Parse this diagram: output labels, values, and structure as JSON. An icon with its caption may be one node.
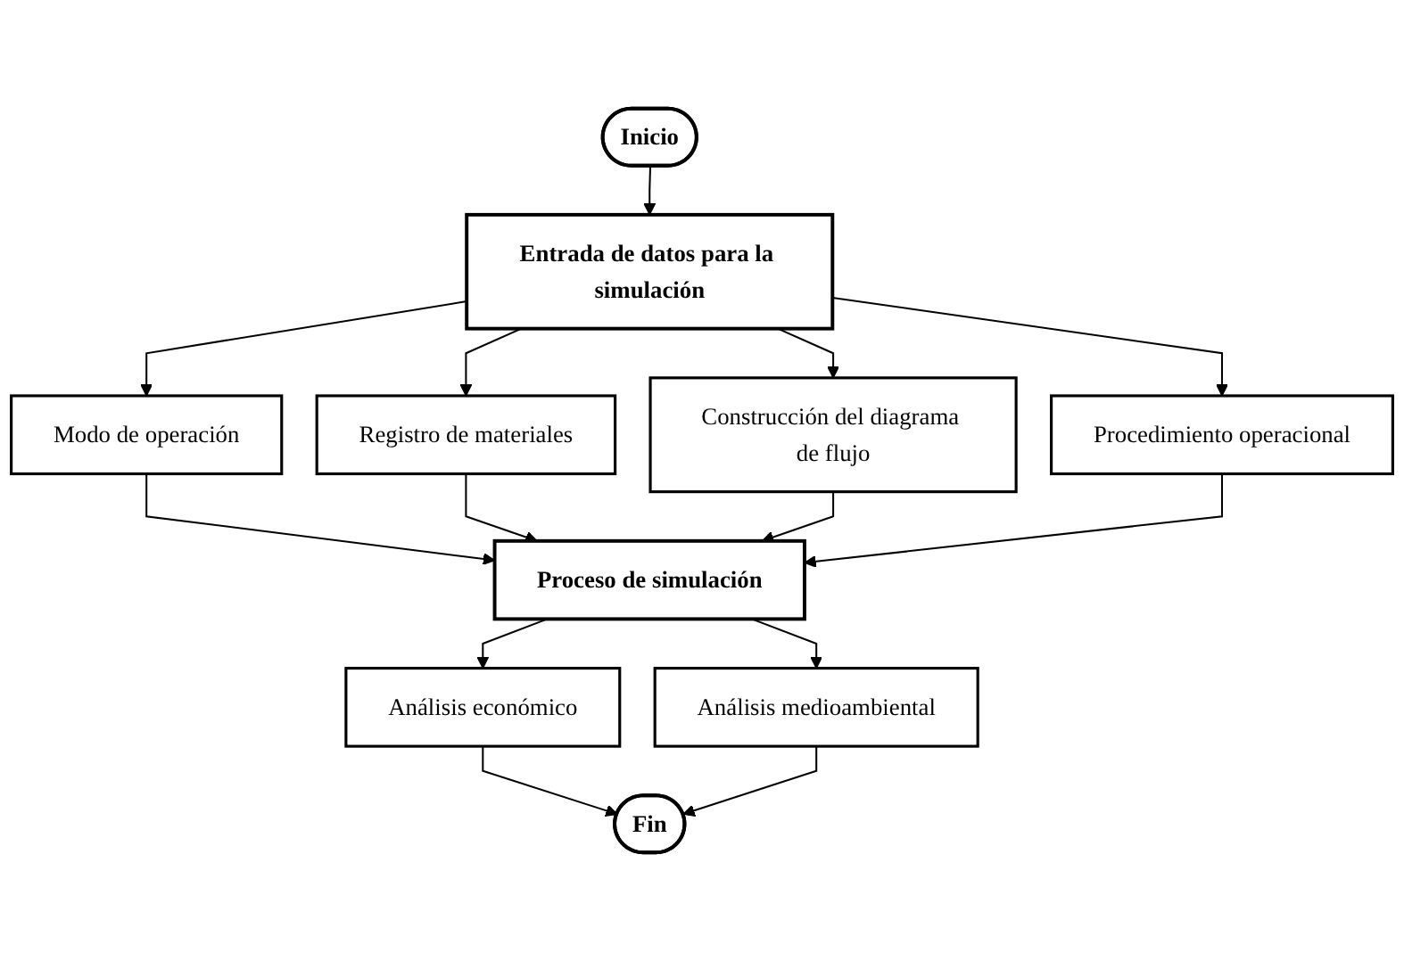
{
  "diagram": {
    "nodes": [
      {
        "text": [
          "Inicio"
        ]
      },
      {
        "text": [
          "Entrada de datos para la simulación"
        ]
      },
      {
        "text": [
          "Modo de operación"
        ]
      },
      {
        "text": [
          "Registro de materiales"
        ]
      },
      {
        "text": [
          "Construcción del diagrama de flujo"
        ]
      },
      {
        "text": [
          "Procedimiento operacional"
        ]
      },
      {
        "text": [
          "Proceso de simulación"
        ]
      },
      {
        "text": [
          "Análisis económico"
        ]
      },
      {
        "text": [
          "Análisis medioambiental"
        ]
      },
      {
        "text": [
          "Fin"
        ]
      }
    ],
    "edges": [
      {
        "from": 0,
        "to": 1,
        "arrow": "to"
      },
      {
        "from": 1,
        "to": 2,
        "arrow": "to"
      },
      {
        "from": 1,
        "to": 3,
        "arrow": "to"
      },
      {
        "from": 1,
        "to": 4,
        "arrow": "to"
      },
      {
        "from": 1,
        "to": 5,
        "arrow": "to"
      },
      {
        "from": 2,
        "to": 6,
        "arrow": "to"
      },
      {
        "from": 3,
        "to": 6,
        "arrow": "to"
      },
      {
        "from": 4,
        "to": 6,
        "arrow": "to"
      },
      {
        "from": 5,
        "to": 6,
        "arrow": "to"
      },
      {
        "from": 6,
        "to": 7,
        "arrow": "to"
      },
      {
        "from": 6,
        "to": 8,
        "arrow": "to"
      },
      {
        "from": 7,
        "to": 9,
        "arrow": "to"
      },
      {
        "from": 8,
        "to": 9,
        "arrow": "to"
      }
    ]
  }
}
